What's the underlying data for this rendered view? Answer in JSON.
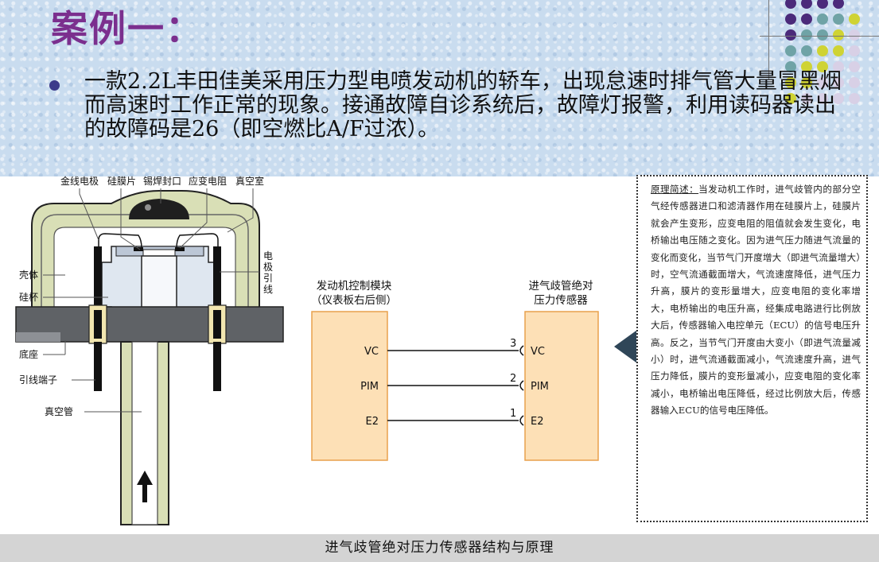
{
  "slide": {
    "title": "案例一：",
    "bullet_text": "一款2.2L丰田佳美采用压力型电喷发动机的轿车，出现怠速时排气管大量冒黑烟而高速时工作正常的现象。接通故障自诊系统后，故障灯报警，利用读码器读出的故障码是26（即空燃比A/F过浓）。"
  },
  "sensor_labels": {
    "gold_electrode": "金线电极",
    "silicon_diaphragm": "硅膜片",
    "solder_seal": "锡焊封口",
    "strain_resistor": "应变电阻",
    "vacuum_chamber": "真空室",
    "shell": "壳体",
    "silicon_cup": "硅杯",
    "base": "底座",
    "lead_terminal": "引线端子",
    "vacuum_tube": "真空管",
    "electrode_lead": [
      "电",
      "极",
      "引",
      "线"
    ]
  },
  "circuit": {
    "ecu_title": [
      "发动机控制模块",
      "（仪表板右后侧）"
    ],
    "sensor_title": [
      "进气歧管绝对",
      "压力传感器"
    ],
    "signals": [
      {
        "name": "VC",
        "pin": "3"
      },
      {
        "name": "PIM",
        "pin": "2"
      },
      {
        "name": "E2",
        "pin": "1"
      }
    ]
  },
  "principle": {
    "heading": "原理简述：",
    "body": "当发动机工作时，进气歧管内的部分空气经传感器进口和滤清器作用在硅膜片上，硅膜片就会产生变形，应变电阻的阻值就会发生变化，电桥输出电压随之变化。因为进气压力随进气流量的变化而变化，当节气门开度增大（即进气流量增大）时，空气流通截面增大，气流速度降低，进气压力升高，膜片的变形量增大，应变电阻的变化率增大，电桥输出的电压升高，经集成电路进行比例放大后，传感器输入电控单元（ECU）的信号电压升高。反之，当节气门开度由大变小（即进气流量减小）时，进气流通截面减小，气流速度升高，进气压力降低，膜片的变形量减小，应变电阻的变化率减小，电桥输出电压降低，经过比例放大后，传感器输入ECU的信号电压降低。"
  },
  "caption": "进气歧管绝对压力传感器结构与原理",
  "colors": {
    "title": "#7b2f8e",
    "bullet": "#3d3a8a",
    "housing": "#d9dfb6",
    "block_fill": "#fde0b6",
    "block_border": "#e8a14d",
    "base": "#5f6266",
    "pointer": "#2f4658"
  }
}
